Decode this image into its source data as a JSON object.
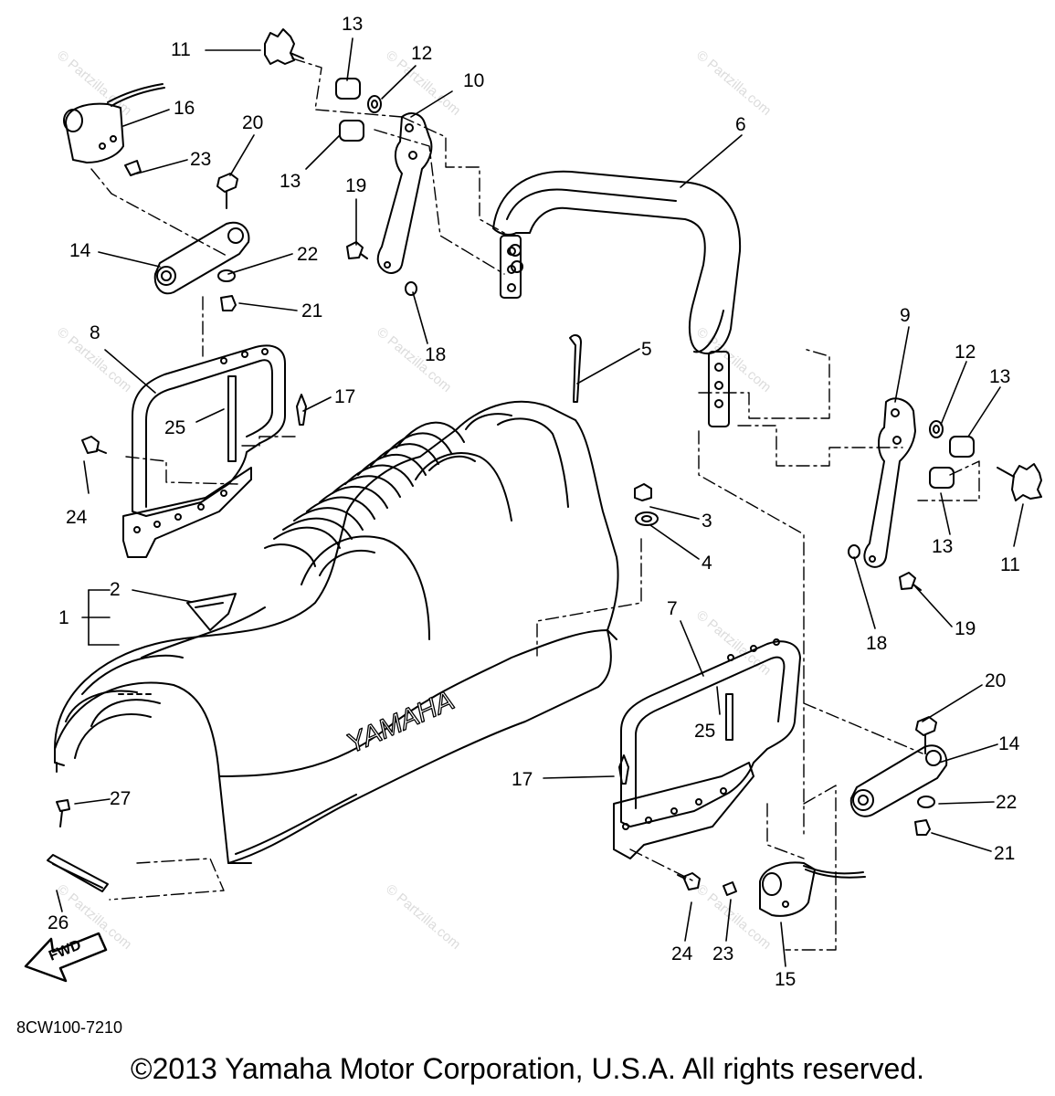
{
  "callouts": {
    "c1": "1",
    "c2": "2",
    "c3": "3",
    "c4": "4",
    "c5": "5",
    "c6": "6",
    "c7": "7",
    "c8": "8",
    "c9": "9",
    "c10": "10",
    "c11a": "11",
    "c11b": "11",
    "c12a": "12",
    "c12b": "12",
    "c13a": "13",
    "c13b": "13",
    "c13c": "13",
    "c13d": "13",
    "c14a": "14",
    "c14b": "14",
    "c15": "15",
    "c16": "16",
    "c17a": "17",
    "c17b": "17",
    "c18a": "18",
    "c18b": "18",
    "c19a": "19",
    "c19b": "19",
    "c20a": "20",
    "c20b": "20",
    "c21a": "21",
    "c21b": "21",
    "c22a": "22",
    "c22b": "22",
    "c23a": "23",
    "c23b": "23",
    "c24a": "24",
    "c24b": "24",
    "c25a": "25",
    "c25b": "25",
    "c26": "26",
    "c27": "27"
  },
  "seat_brand": "YAMAHA",
  "fwd_label": "FWD",
  "part_code": "8CW100-7210",
  "copyright": "©2013 Yamaha Motor Corporation, U.S.A. All rights reserved.",
  "watermark": "© Partzilla.com",
  "colors": {
    "ink": "#000000",
    "watermark": "#dcdcdc",
    "background": "#ffffff"
  }
}
